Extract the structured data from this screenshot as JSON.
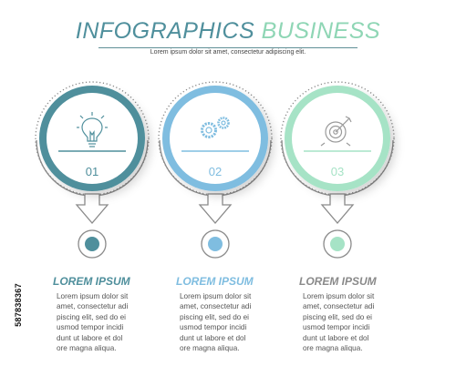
{
  "header": {
    "title_part1": "INFOGRAPHICS",
    "title_part2": "BUSINESS",
    "subtitle": "Lorem ipsum dolor sit amet, consectetur adipiscing elit."
  },
  "steps": [
    {
      "number": "01",
      "icon": "lightbulb-icon",
      "color": "#4f8f9c",
      "title": "LOREM IPSUM",
      "body": "Lorem ipsum dolor sit\namet, consectetur adi\npiscing elit, sed do ei\nusmod tempor incidi\ndunt ut labore et dol\nore magna aliqua."
    },
    {
      "number": "02",
      "icon": "gears-icon",
      "color": "#7fbde0",
      "title": "LOREM IPSUM",
      "body": "Lorem ipsum dolor sit\namet, consectetur adi\npiscing elit, sed do ei\nusmod tempor incidi\ndunt ut labore et dol\nore magna aliqua."
    },
    {
      "number": "03",
      "icon": "target-icon",
      "color": "#a6e3c6",
      "title": "LOREM IPSUM",
      "body": "Lorem ipsum dolor sit\namet, consectetur adi\npiscing elit, sed do ei\nusmod tempor incidi\ndunt ut labore et dol\nore magna aliqua."
    }
  ],
  "side_id": "587838367"
}
